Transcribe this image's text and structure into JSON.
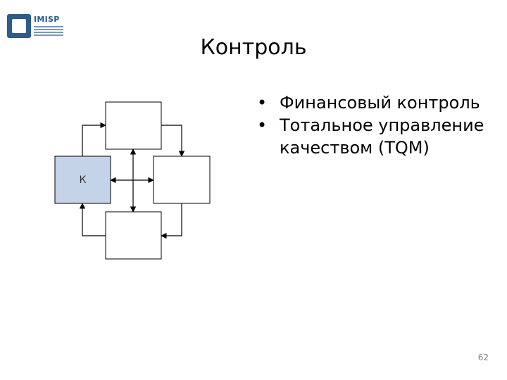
{
  "logo": {
    "text": "IMISP",
    "icon": "imisp-logo-icon"
  },
  "slide": {
    "title": "Контроль",
    "bullets": [
      "Финансовый контроль",
      "Тотальное управление качеством (TQM)"
    ],
    "page_number": "62"
  },
  "diagram": {
    "k_label": "К",
    "k_box_color": "#c5d3e8",
    "stroke_color": "#000000"
  }
}
